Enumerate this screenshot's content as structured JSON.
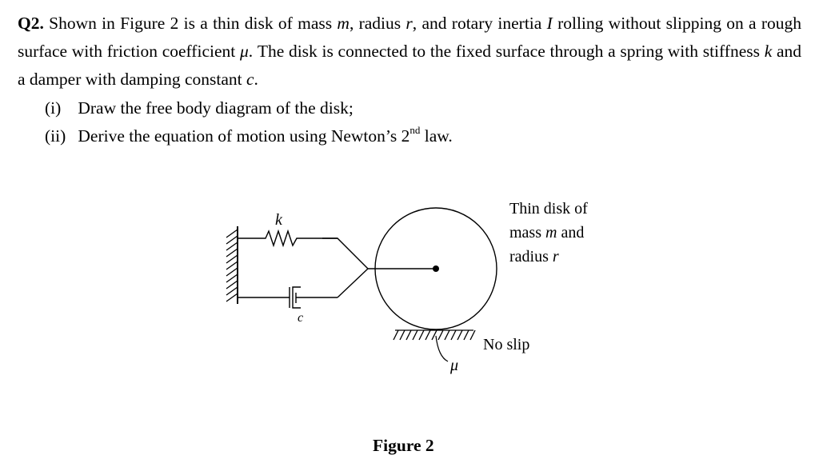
{
  "question": {
    "number": "Q2.",
    "seg1": " Shown in Figure 2 is a thin disk of mass ",
    "var_m": "m",
    "seg2": ", radius ",
    "var_r": "r",
    "seg3": ", and rotary inertia ",
    "var_I": "I",
    "seg4": " rolling without slipping on a rough surface with friction coefficient ",
    "var_mu": "μ",
    "seg5": ". The disk is connected to the fixed surface through a spring with stiffness ",
    "var_k": "k",
    "seg6": " and a damper with damping constant ",
    "var_c": "c",
    "seg7": "."
  },
  "parts": [
    {
      "label": "(i)",
      "text": "Draw the free body diagram of the disk;"
    },
    {
      "label": "(ii)",
      "text": "Derive the equation of motion using Newton’s 2",
      "sup": "nd",
      "after": " law."
    }
  ],
  "figure": {
    "spring_label": "k",
    "damper_label": "c",
    "friction_label": "μ",
    "disk_label_line1": "Thin disk of",
    "disk_label_line2_pre": "mass ",
    "disk_label_line2_var": "m",
    "disk_label_line2_post": " and",
    "disk_label_line3_pre": "radius ",
    "disk_label_line3_var": "r",
    "contact_label": "No slip",
    "caption": "Figure 2"
  }
}
